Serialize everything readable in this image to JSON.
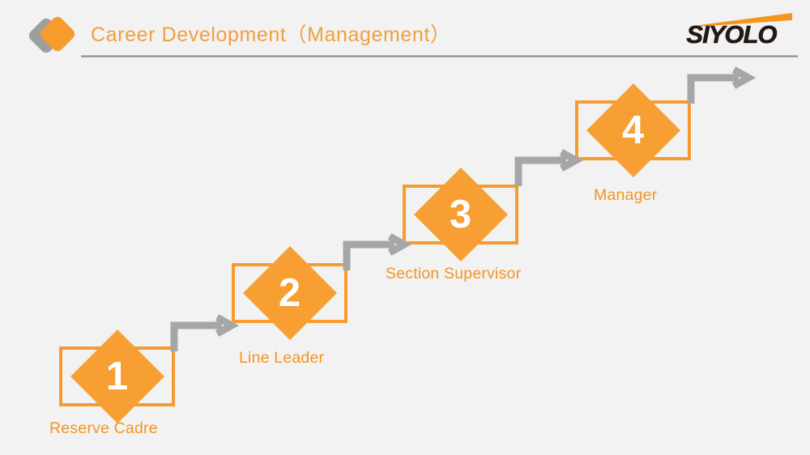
{
  "slide": {
    "background_color": "#f2f2f2",
    "title": "Career Development（Management）",
    "accent_color": "#F79B2E",
    "label_color": "#F5941F",
    "arrow_color": "#A6A6A6",
    "logo_mark_name": "double-diamond-logo",
    "brand": {
      "wordmark": "SIYOLO",
      "swoosh_color": "#F7941E",
      "wordmark_color": "#231815"
    }
  },
  "diagram": {
    "type": "step-progression",
    "steps": [
      {
        "number": "1",
        "label": "Reserve Cadre"
      },
      {
        "number": "2",
        "label": "Line Leader"
      },
      {
        "number": "3",
        "label": "Section Supervisor"
      },
      {
        "number": "4",
        "label": "Manager"
      }
    ],
    "connectors": [
      {
        "from": "1",
        "to": "2"
      },
      {
        "from": "2",
        "to": "3"
      },
      {
        "from": "3",
        "to": "4"
      },
      {
        "from": "4",
        "to": "beyond"
      }
    ]
  }
}
